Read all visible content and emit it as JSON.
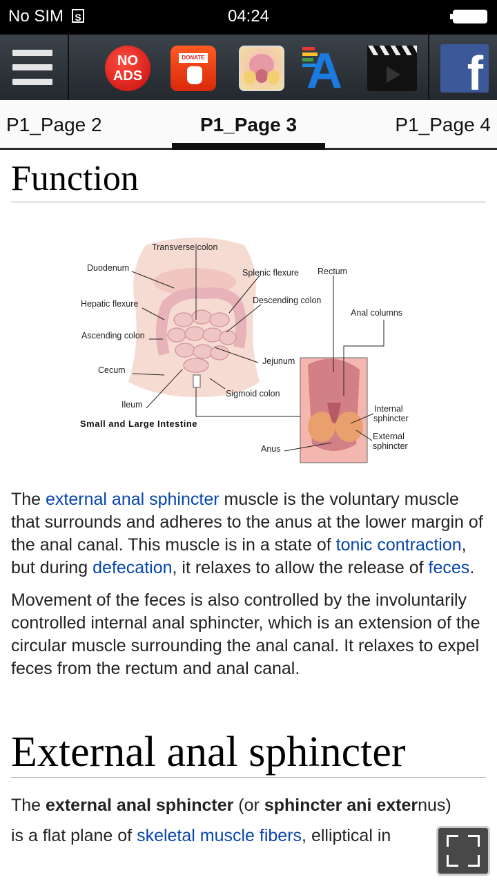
{
  "status": {
    "carrier": "No SIM",
    "sim_icon": "S",
    "time": "04:24"
  },
  "toolbar": {
    "menu": "menu-icon",
    "no_ads_line1": "NO",
    "no_ads_line2": "ADS",
    "donate_label": "DONATE",
    "fb_label": "f"
  },
  "tabs": [
    {
      "label": "P1_Page 2"
    },
    {
      "label": "P1_Page 3",
      "active": true
    },
    {
      "label": "P1_Page 4"
    }
  ],
  "article": {
    "heading1": "Function",
    "figure": {
      "caption": "Small and Large Intestine",
      "labels": {
        "transverse_colon": "Transverse colon",
        "duodenum": "Duodenum",
        "splenic_flexure": "Splenic flexure",
        "rectum": "Rectum",
        "hepatic_flexure": "Hepatic flexure",
        "descending_colon": "Descending colon",
        "anal_columns": "Anal columns",
        "ascending_colon": "Ascending colon",
        "jejunum": "Jejunum",
        "cecum": "Cecum",
        "sigmoid_colon": "Sigmoid colon",
        "ileum": "Ileum",
        "internal_sphincter_1": "Internal",
        "internal_sphincter_2": "sphincter",
        "external_sphincter_1": "External",
        "external_sphincter_2": "sphincter",
        "anus": "Anus"
      }
    },
    "p1": {
      "t1": "The ",
      "l1": "external anal sphincter",
      "t2": " muscle is the voluntary muscle that surrounds and adheres to the anus at the lower margin of the anal canal. This muscle is in a state of ",
      "l2": "tonic contraction",
      "t3": ", but during ",
      "l3": "defecation",
      "t4": ", it relaxes to allow the release of ",
      "l4": "feces",
      "t5": "."
    },
    "p2": "Movement of the feces is also controlled by the involuntarily controlled internal anal sphincter, which is an extension of the circular muscle surrounding the anal canal. It relaxes to expel feces from the rectum and anal canal.",
    "heading2": "External anal sphincter",
    "p3": {
      "t1": "The ",
      "b1": "external anal sphincter",
      "t2": " (or ",
      "b2": "sphincter ani exter",
      "t3": "nus)",
      "t4": "is a flat plane of ",
      "l1": "skeletal muscle fibers",
      "t5": ", elliptical in"
    }
  },
  "colors": {
    "link": "#0645ad",
    "toolbar": "#2e343a",
    "facebook": "#3b5998"
  }
}
